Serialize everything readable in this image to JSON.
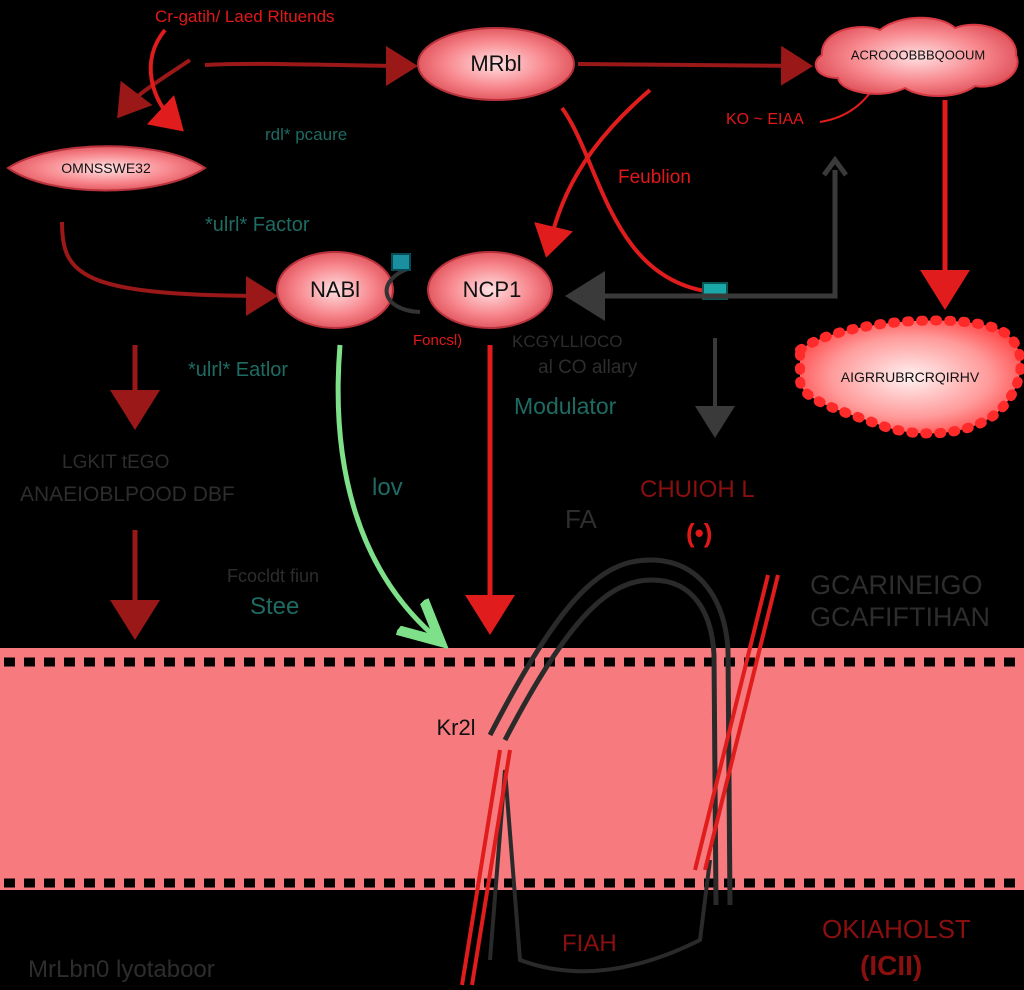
{
  "colors": {
    "background": "#000000",
    "arrow_red": "#e01c1c",
    "arrow_darkred": "#9a1818",
    "arrow_grey": "#3a3a3a",
    "arrow_green": "#7fe08a",
    "node_fill": "#f06a72",
    "membrane": "#f77a7e",
    "teal_text": "#1f6b64"
  },
  "nodes": {
    "mrb1": "MRbl",
    "omnsswe32": "OMNSSWE32",
    "cloud_top": "ACROOOBBBQOOUM",
    "nab1": "NABl",
    "ncp1": "NCP1",
    "blob": "AIGRRUBRCRQIRHV",
    "membrane_label": "Kr2l"
  },
  "labels": {
    "top_left": "Cr-gatih/ Laed Rltuends",
    "teal_top": "rdl* pcaure",
    "teal_factor_1": "*ulrl*  Factor",
    "teal_factor_2": "*ulrl*  Eatlor",
    "feedback": "Feublion",
    "ko_label": "KO ~ EIAA",
    "under_nab": "Foncsl)",
    "under_ncp_1": "KCGYLLIOCO",
    "under_ncp_2": "al  CO  allary",
    "modulator": "Modulator",
    "left_dark_1": "LGKIT tEGO",
    "left_dark_2": "ANAEIOBLPOOD DBF",
    "lov": "lov",
    "left_mid_1": "Fcocldt fiun",
    "left_mid_2": "Stee",
    "fa": "FA",
    "red_center_1": "CHUIOH L",
    "red_center_2": "(•)",
    "right_dark_1": "GCARINEIGO",
    "right_dark_2": "GCAFIFTIHAN",
    "pah": "FIAH",
    "bottom_left": "MrLbn0 lyotaboor",
    "bottom_right_1": "OKIAHOLST",
    "bottom_right_2": "(ICII)"
  }
}
